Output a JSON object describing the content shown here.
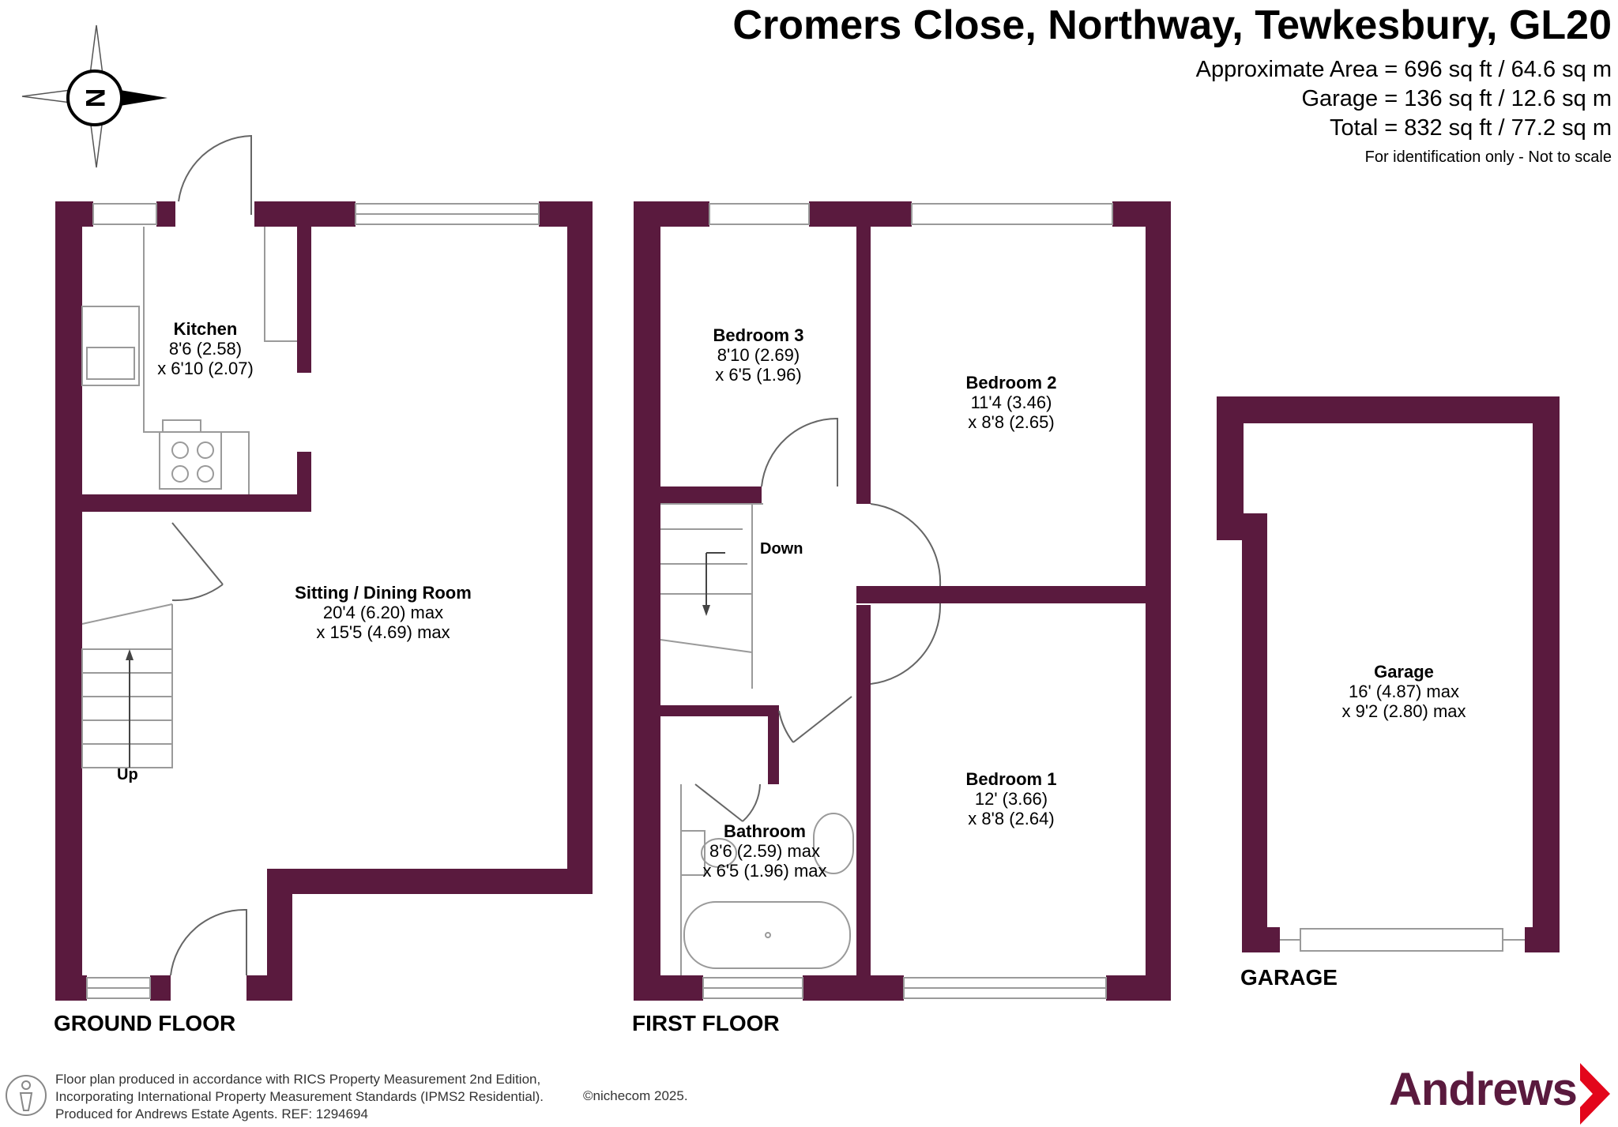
{
  "header": {
    "title": "Cromers Close, Northway, Tewkesbury, GL20",
    "approx_area": "Approximate Area = 696 sq ft / 64.6 sq m",
    "garage_area": "Garage = 136 sq ft / 12.6 sq m",
    "total_area": "Total = 832 sq ft / 77.2 sq m",
    "note": "For identification only - Not to scale"
  },
  "compass": {
    "letter": "N"
  },
  "colors": {
    "wall": "#5a1a3e",
    "brand_red": "#e3061b",
    "text": "#000000"
  },
  "floors": {
    "ground": {
      "label": "GROUND FLOOR",
      "kitchen": {
        "name": "Kitchen",
        "dim1": "8'6 (2.58)",
        "dim2": "x 6'10 (2.07)"
      },
      "sitting": {
        "name": "Sitting / Dining Room",
        "dim1": "20'4 (6.20) max",
        "dim2": "x 15'5 (4.69) max"
      },
      "stairs_label": "Up"
    },
    "first": {
      "label": "FIRST FLOOR",
      "bedroom3": {
        "name": "Bedroom 3",
        "dim1": "8'10 (2.69)",
        "dim2": "x 6'5 (1.96)"
      },
      "bedroom2": {
        "name": "Bedroom 2",
        "dim1": "11'4 (3.46)",
        "dim2": "x 8'8 (2.65)"
      },
      "bedroom1": {
        "name": "Bedroom 1",
        "dim1": "12' (3.66)",
        "dim2": "x 8'8 (2.64)"
      },
      "bathroom": {
        "name": "Bathroom",
        "dim1": "8'6 (2.59) max",
        "dim2": "x 6'5 (1.96) max"
      },
      "stairs_label": "Down"
    },
    "garage": {
      "label": "GARAGE",
      "room": {
        "name": "Garage",
        "dim1": "16' (4.87) max",
        "dim2": "x 9'2 (2.80) max"
      }
    }
  },
  "footer": {
    "line1": "Floor plan produced in accordance with RICS Property Measurement 2nd Edition,",
    "line2": "Incorporating International Property Measurement Standards (IPMS2 Residential).",
    "line3": "Produced for Andrews Estate Agents.   REF: 1294694",
    "copyright": "©nichecom 2025.",
    "brand": "Andrews"
  }
}
